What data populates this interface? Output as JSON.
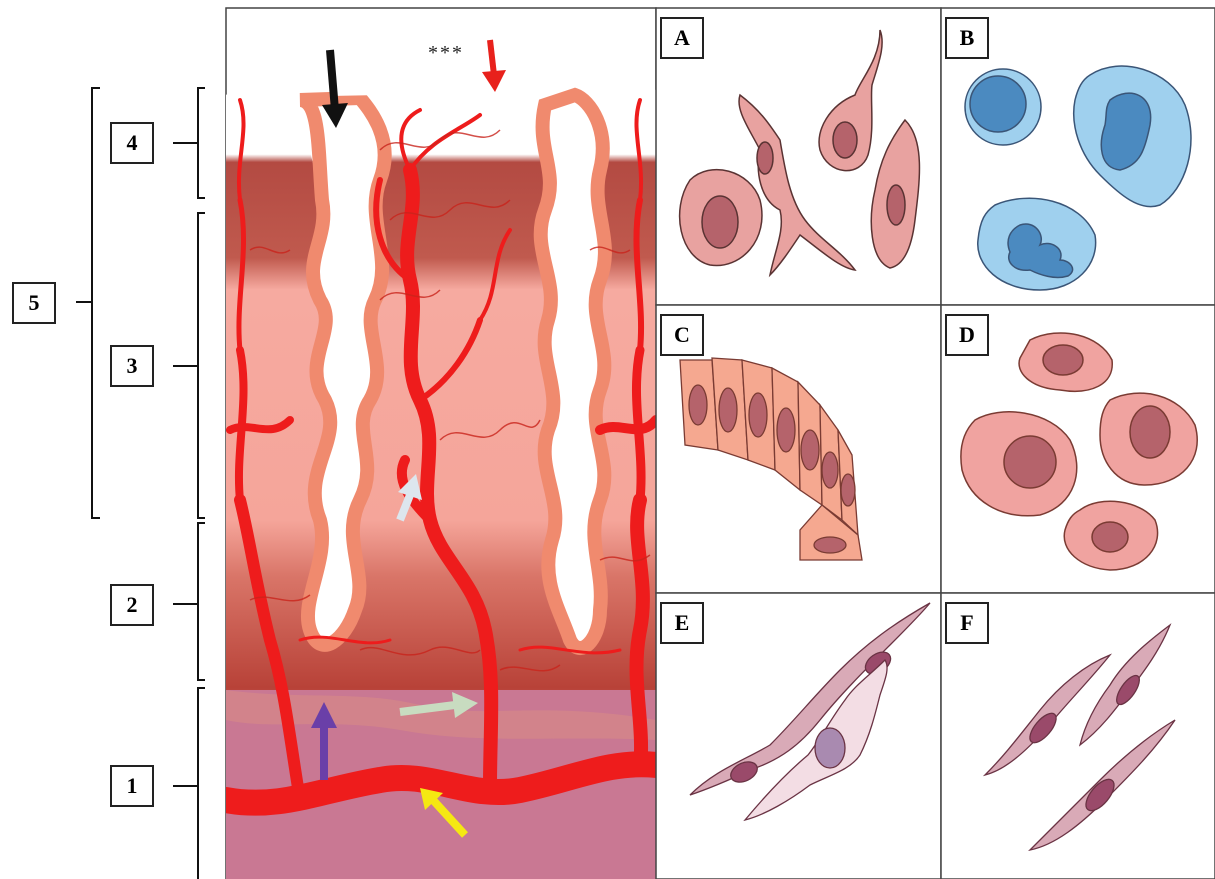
{
  "layers": {
    "layer_1": "1",
    "layer_2": "2",
    "layer_3": "3",
    "layer_4": "4",
    "layer_5": "5"
  },
  "marker": "***",
  "panels": {
    "a": "A",
    "b": "B",
    "c": "C",
    "d": "D",
    "e": "E",
    "f": "F"
  },
  "arrow_colors": {
    "black": "#111111",
    "red": "#e8211c",
    "white": "#dde6ee",
    "purple": "#6a3fa8",
    "green": "#c8dcc0",
    "yellow": "#f5e812"
  },
  "tissue_colors": {
    "vessel": "#ee1c1c",
    "epithelium": "#f08a6e",
    "stroma_upper": "#f4a296",
    "stroma_lower": "#b8473e",
    "myometrium": "#c96f8a",
    "leukocyte": "#8ec9ea",
    "stromal_cell": "#e8a2a0",
    "fibroblast": "#d9aab7"
  }
}
